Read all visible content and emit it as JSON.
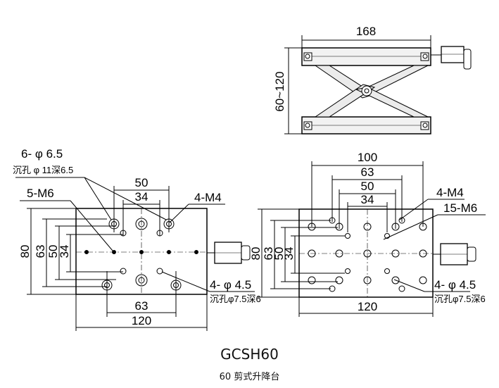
{
  "caption": {
    "model": "GCSH60",
    "name": "60 剪式升降台"
  },
  "side_view": {
    "width": "168",
    "height": "60~120"
  },
  "left_view": {
    "dims": {
      "d50": "50",
      "d34": "34",
      "d63": "63",
      "d120": "120",
      "v80": "80",
      "v63": "63",
      "v50": "50",
      "v34": "34"
    },
    "callouts": {
      "counterbore": "6- φ 6.5",
      "counterbore_note": "沉孔 φ 11深6.5",
      "m6": "5-M6",
      "m4": "4-M4",
      "hole45": "4- φ 4.5",
      "hole45_note": "沉孔φ7.5深6"
    }
  },
  "right_view": {
    "dims": {
      "d100": "100",
      "d63": "63",
      "d50": "50",
      "d34": "34",
      "d120": "120",
      "v80": "80",
      "v63": "63",
      "v50": "50",
      "v34": "34"
    },
    "callouts": {
      "m4": "4-M4",
      "m6": "15-M6",
      "hole45": "4- φ 4.5",
      "hole45_note": "沉孔φ7.5深6"
    }
  }
}
